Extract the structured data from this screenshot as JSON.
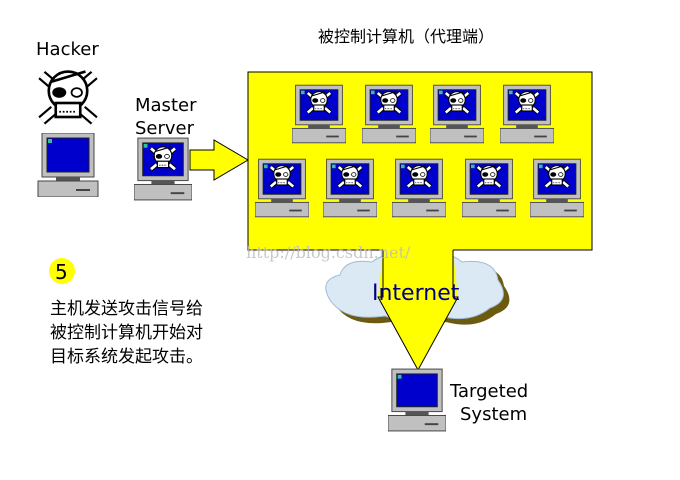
{
  "title": "被控制计算机（代理端）",
  "hacker_label": "Hacker",
  "master_label_line1": "Master",
  "master_label_line2": "Server",
  "internet_label": "Internet",
  "target_label_line1": "Targeted",
  "target_label_line2": "System",
  "step_number": "5",
  "description_lines": [
    "主机发送攻击信号给",
    "被控制计算机开始对",
    "目标系统发起攻击。"
  ],
  "watermark": "http://blog.csdn.net/",
  "colors": {
    "agent_box": "#ffff00",
    "screen": "#0000cc",
    "monitor": "#c0c0c0",
    "internet_text": "#000080"
  },
  "icons": [
    "pirate-skull-icon",
    "computer-icon",
    "cloud-icon",
    "arrow-right-icon",
    "arrow-down-icon"
  ]
}
